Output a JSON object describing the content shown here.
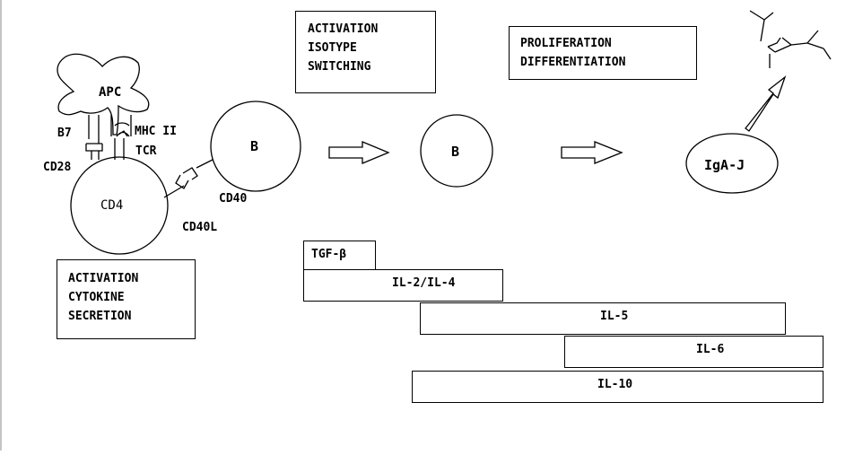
{
  "labels": {
    "apc": "APC",
    "b7": "B7",
    "mhc": "MHC II",
    "tcr": "TCR",
    "cd28": "CD28",
    "cd4": "CD4",
    "cd40": "CD40",
    "cd40l": "CD40L",
    "b1": "B",
    "b2": "B",
    "iga": "IgA-J"
  },
  "boxes": {
    "activation_switching": [
      "ACTIVATION",
      "ISOTYPE",
      "SWITCHING"
    ],
    "proliferation": [
      "PROLIFERATION",
      "DIFFERENTIATION"
    ],
    "activation_secretion": [
      "ACTIVATION",
      "CYTOKINE",
      "SECRETION"
    ]
  },
  "cytokines": {
    "tgf": "TGF-β",
    "il2_il4": "IL-2/IL-4",
    "il5": "IL-5",
    "il6": "IL-6",
    "il10": "IL-10"
  }
}
